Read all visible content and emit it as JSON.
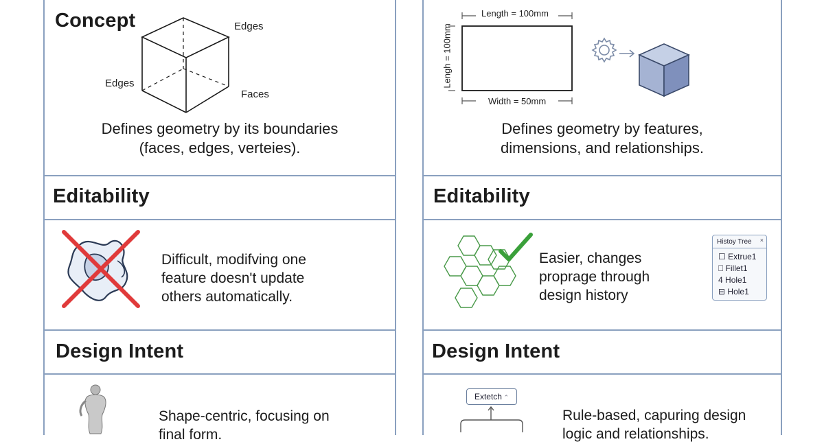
{
  "left": {
    "concept": {
      "title": "Concept",
      "labels": {
        "edges_top": "Edges",
        "edges_left": "Edges",
        "faces": "Faces"
      },
      "description_line1": "Defines geometry by its boundaries",
      "description_line2": "(faces, edges, verteies)."
    },
    "editability": {
      "title": "Editability",
      "text_line1": "Difficult, modifving one",
      "text_line2": "feature doesn't update",
      "text_line3": "others automatically."
    },
    "design_intent": {
      "title": "Design Intent",
      "text_line1": "Shape-centric, focusing on",
      "text_line2": "final form."
    }
  },
  "right": {
    "concept": {
      "dims": {
        "length_top": "Length = 100mm",
        "length_side": "Lengh = 100mm",
        "width": "Width = 50mm"
      },
      "description_line1": "Defines geometry by features,",
      "description_line2": "dimensions, and relationships."
    },
    "editability": {
      "title": "Editability",
      "text_line1": "Easier, changes",
      "text_line2": "proprage through",
      "text_line3": "design history",
      "history_tree": {
        "title": "Histoy Tree",
        "items": [
          {
            "icon": "☐",
            "label": "Extrue1"
          },
          {
            "icon": "⎕",
            "label": "Fillet1"
          },
          {
            "icon": "4",
            "label": "Hole1"
          },
          {
            "icon": "⊟",
            "label": "Hole1"
          }
        ]
      }
    },
    "design_intent": {
      "title": "Design Intent",
      "sketch_label": "Extetch",
      "text_line1": "Rule-based, capuring design",
      "text_line2": "logic and relationships."
    }
  },
  "colors": {
    "border": "#8aa0bf",
    "cross": "#e03a3a",
    "check": "#3aa03a",
    "cube": "#8a9cc4"
  }
}
